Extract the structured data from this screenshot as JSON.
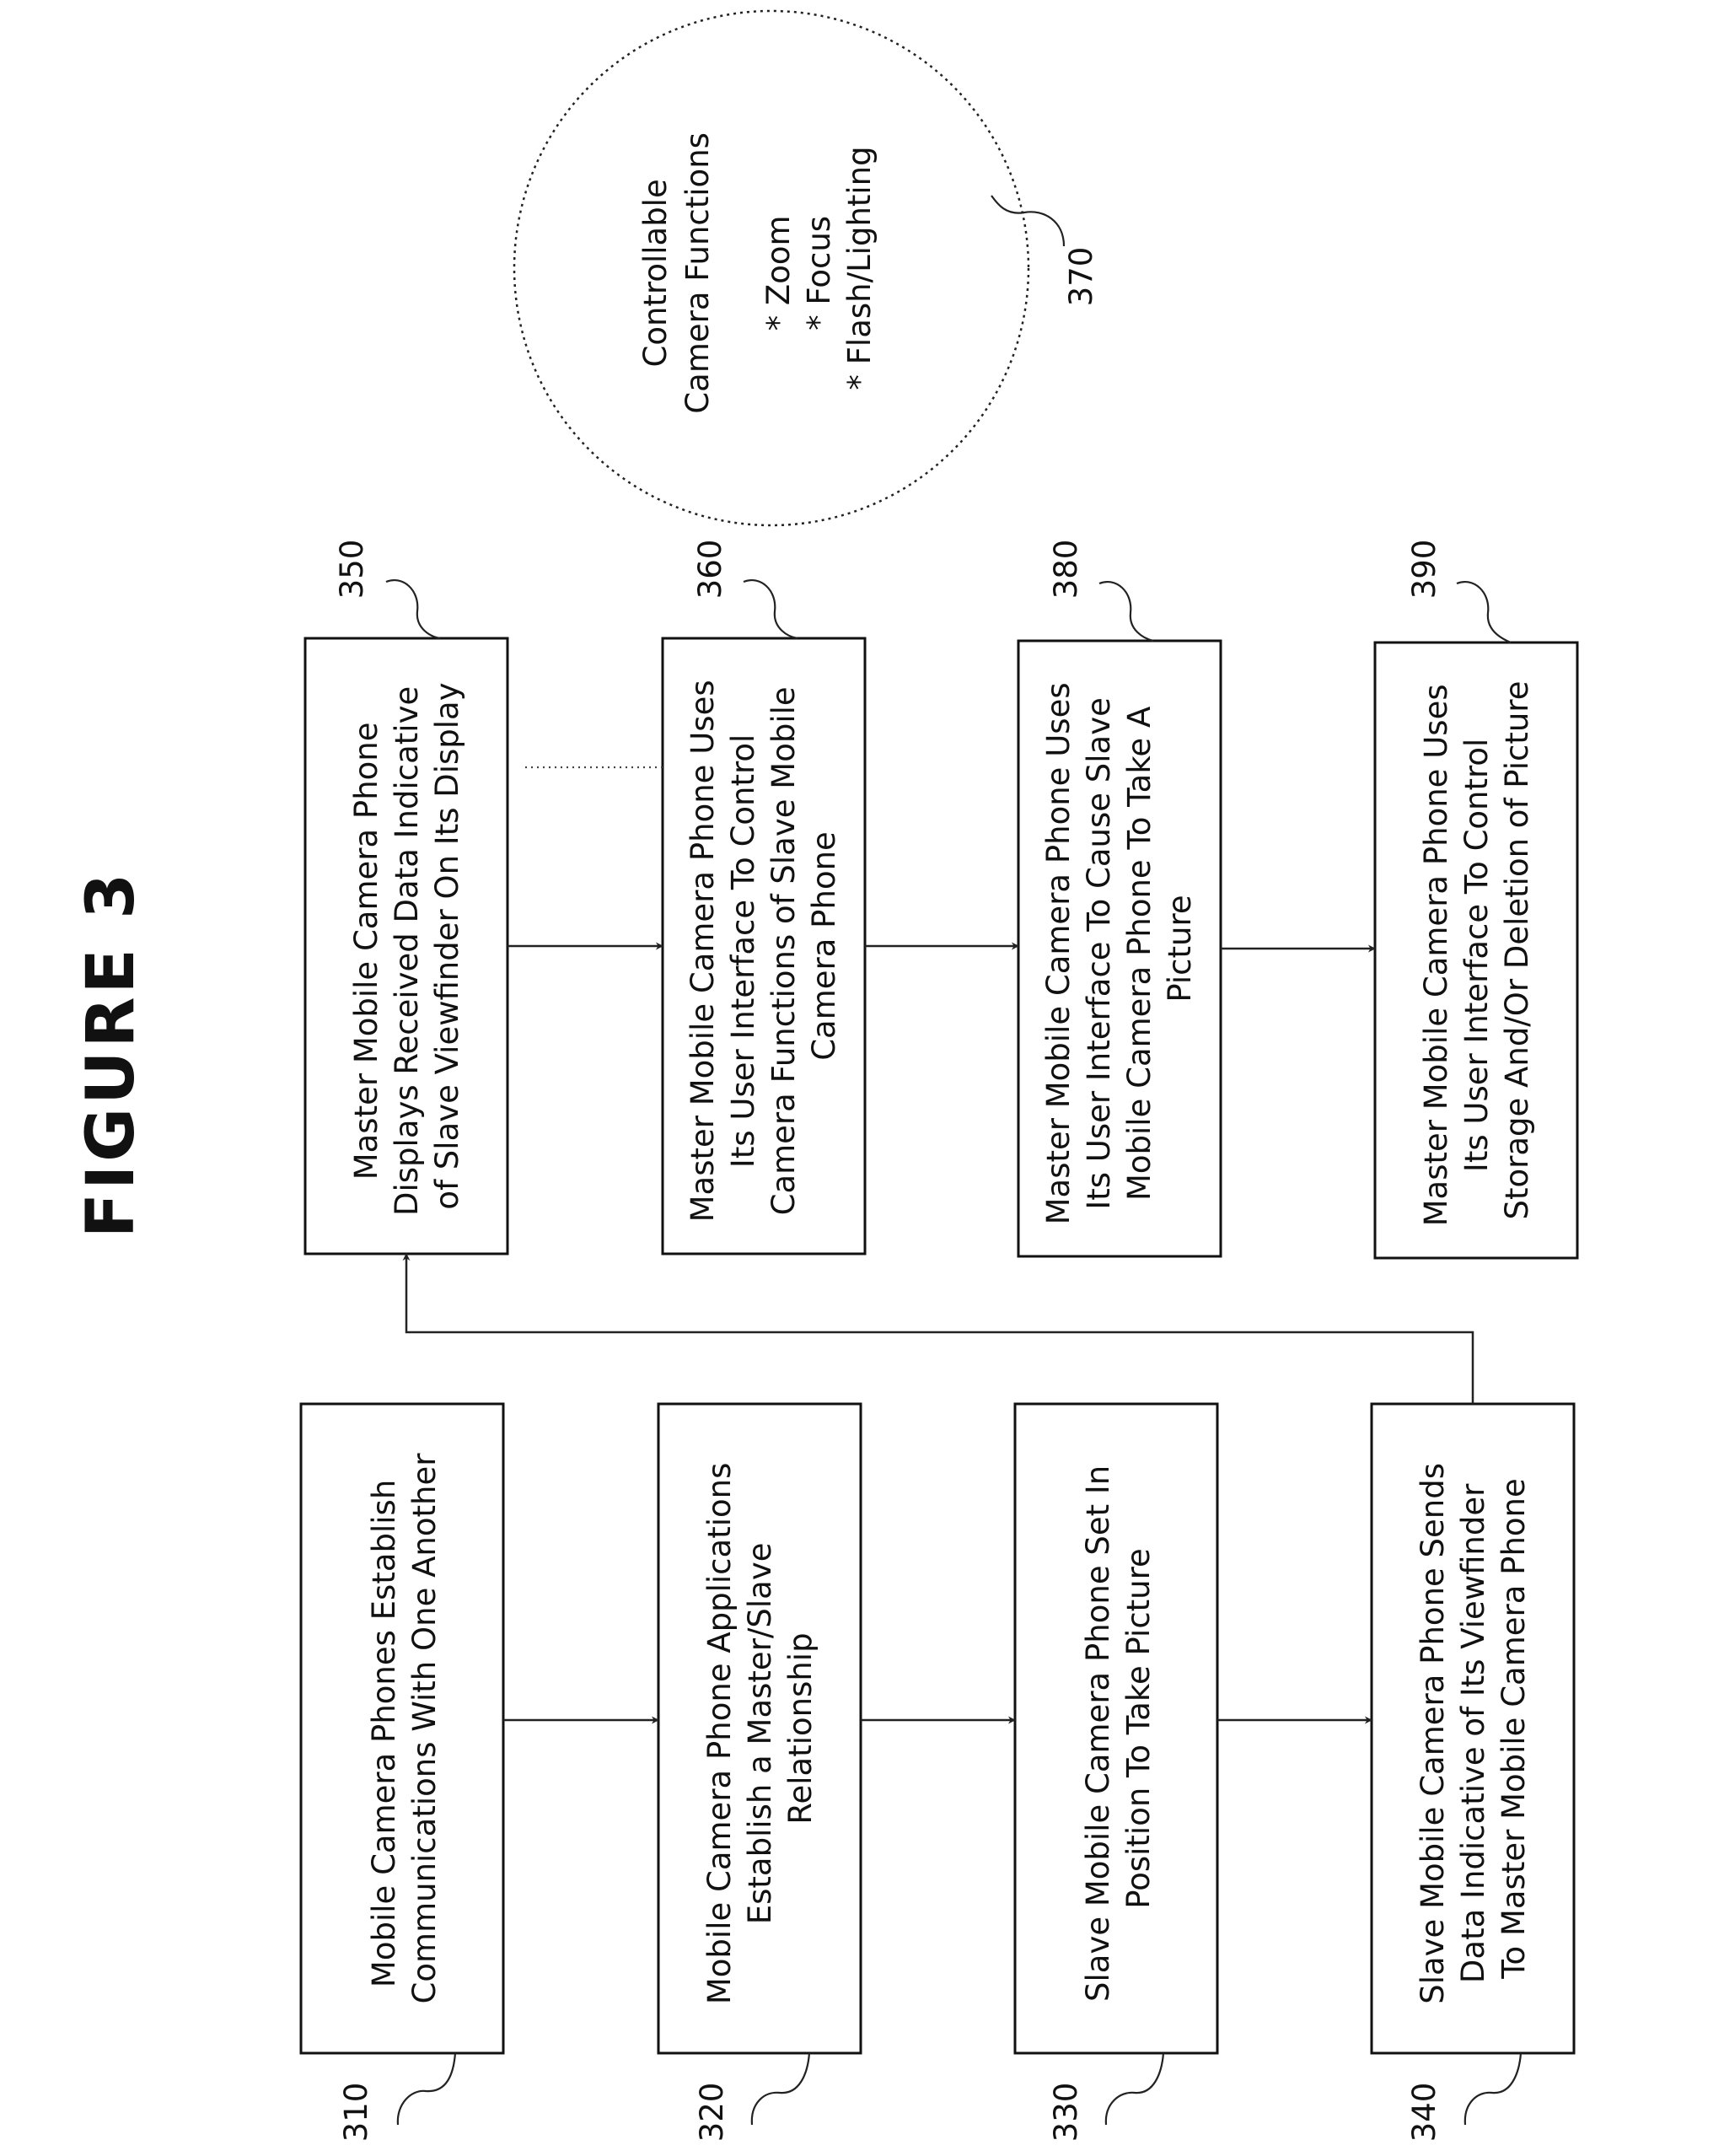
{
  "title": "FIGURE 3",
  "steps": {
    "s310": {
      "ref": "310",
      "lines": [
        "Mobile Camera Phones Establish",
        "Communications With One Another"
      ]
    },
    "s320": {
      "ref": "320",
      "lines": [
        "Mobile Camera Phone Applications",
        "Establish a Master/Slave",
        "Relationship"
      ]
    },
    "s330": {
      "ref": "330",
      "lines": [
        "Slave Mobile Camera Phone Set In",
        "Position To Take Picture"
      ]
    },
    "s340": {
      "ref": "340",
      "lines": [
        "Slave Mobile Camera Phone Sends",
        "Data Indicative of Its Viewfinder",
        "To Master Mobile Camera Phone"
      ]
    },
    "s350": {
      "ref": "350",
      "lines": [
        "Master Mobile Camera Phone",
        "Displays Received Data Indicative",
        "of Slave Viewfinder On Its Display"
      ]
    },
    "s360": {
      "ref": "360",
      "lines": [
        "Master Mobile Camera Phone Uses",
        "Its User Interface To Control",
        "Camera Functions of Slave Mobile",
        "Camera Phone"
      ]
    },
    "s380": {
      "ref": "380",
      "lines": [
        "Master Mobile Camera Phone Uses",
        "Its User Interface To Cause Slave",
        "Mobile Camera Phone To Take A",
        "Picture"
      ]
    },
    "s390": {
      "ref": "390",
      "lines": [
        "Master Mobile Camera Phone Uses",
        "Its User Interface To Control",
        "Storage And/Or Deletion of Picture"
      ]
    }
  },
  "functions": {
    "ref": "370",
    "heading": [
      "Controllable",
      "Camera Functions"
    ],
    "items": [
      "* Zoom",
      "* Focus",
      "* Flash/Lighting"
    ]
  }
}
